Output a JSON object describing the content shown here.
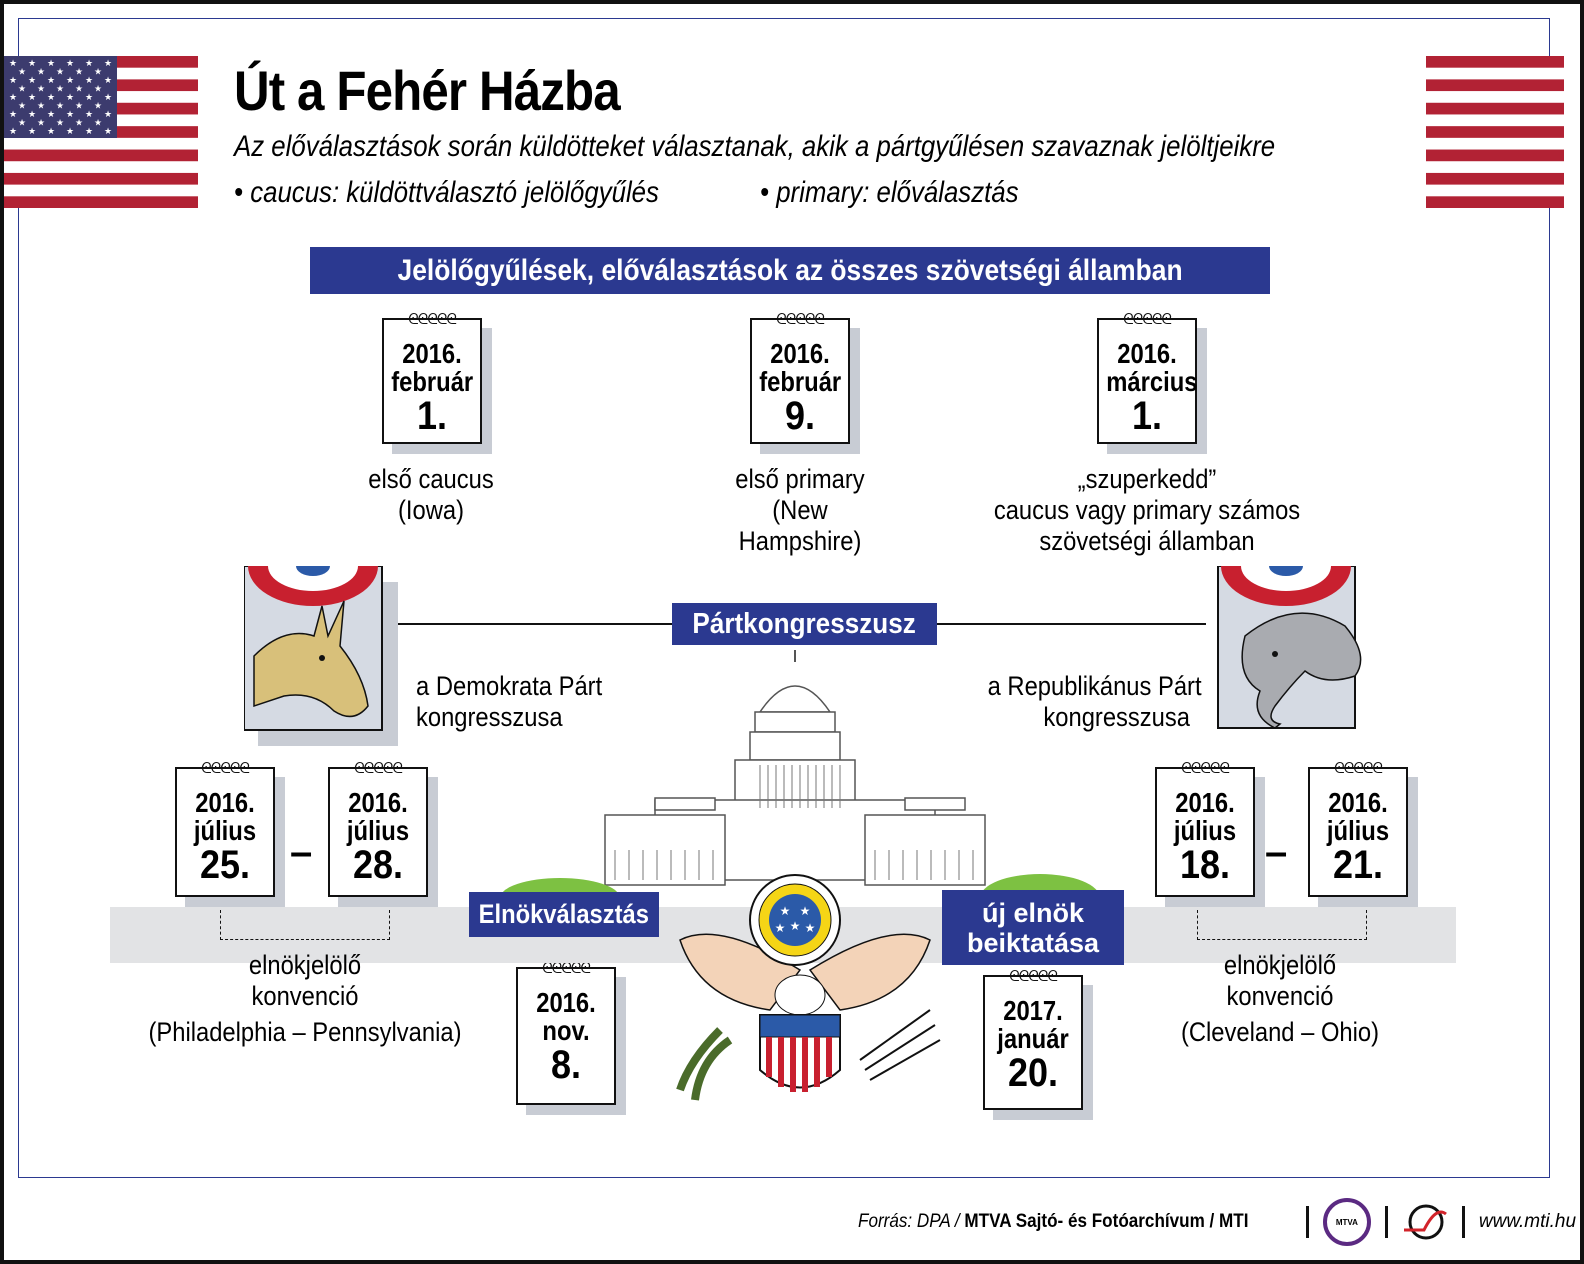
{
  "title": "Út a Fehér Házba",
  "subtitle": "Az előválasztások során küldötteket választanak, akik a pártgyűlésen szavaznak jelöltjeikre",
  "definitions": [
    "• caucus: küldöttválasztó jelölőgyűlés",
    "• primary: előválasztás"
  ],
  "banner": "Jelölőgyűlések, előválasztások az összes szövetségi államban",
  "primaries": [
    {
      "year": "2016.",
      "month": "február",
      "day": "1.",
      "label": [
        "első caucus",
        "(Iowa)"
      ]
    },
    {
      "year": "2016.",
      "month": "február",
      "day": "9.",
      "label": [
        "első primary",
        "(New",
        "Hampshire)"
      ]
    },
    {
      "year": "2016.",
      "month": "március",
      "day": "1.",
      "label": [
        "„szuperkedd”",
        "caucus vagy primary számos",
        "szövetségi államban"
      ]
    }
  ],
  "convention_title": "Pártkongresszusz",
  "democrat_label": [
    "a Demokrata Párt",
    "kongresszusa"
  ],
  "republican_label": [
    "a Republikánus Párt",
    "kongresszusa"
  ],
  "dem_convention": {
    "start": {
      "year": "2016.",
      "month": "július",
      "day": "25."
    },
    "end": {
      "year": "2016.",
      "month": "július",
      "day": "28."
    },
    "dash": "–",
    "label": [
      "elnökjelölő",
      "konvenció",
      "(Philadelphia – Pennsylvania)"
    ]
  },
  "rep_convention": {
    "start": {
      "year": "2016.",
      "month": "július",
      "day": "18."
    },
    "end": {
      "year": "2016.",
      "month": "július",
      "day": "21."
    },
    "dash": "–",
    "label": [
      "elnökjelölő",
      "konvenció",
      "(Cleveland – Ohio)"
    ]
  },
  "election": {
    "label": "Elnökválasztás",
    "year": "2016.",
    "month": "nov.",
    "day": "8."
  },
  "inauguration": {
    "label": [
      "új elnök",
      "beiktatása"
    ],
    "year": "2017.",
    "month": "január",
    "day": "20."
  },
  "footer": {
    "source_prefix": "Forrás: DPA / ",
    "source_bold": "MTVA Sajtó- és Fotóarchívum / MTI",
    "mtva_logo": "MTVA",
    "url": "www.mti.hu"
  },
  "colors": {
    "blue": "#2b3990",
    "red": "#b22234",
    "gray": "#e2e3e5"
  }
}
